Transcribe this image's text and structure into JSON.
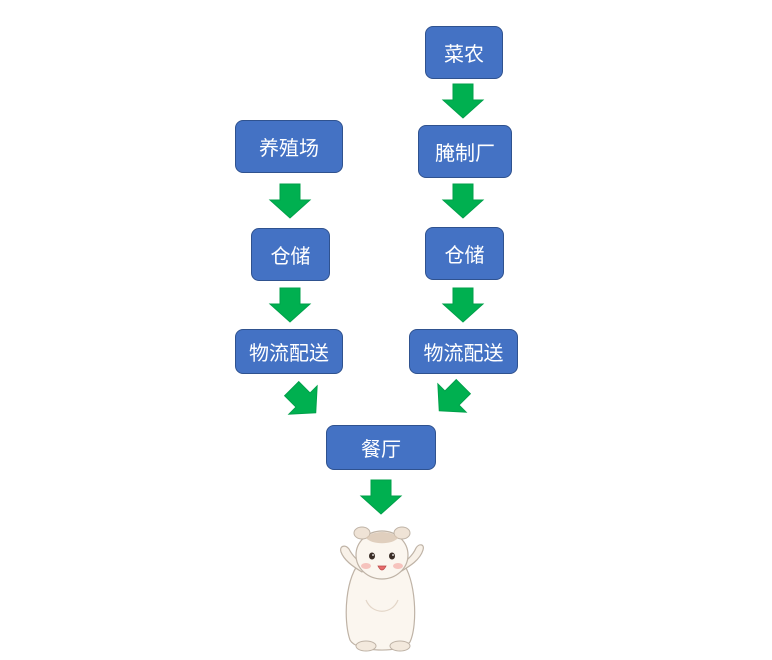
{
  "diagram": {
    "nodes": {
      "farmer": {
        "label": "菜农"
      },
      "pickling_factory": {
        "label": "腌制厂"
      },
      "breeding_farm": {
        "label": "养殖场"
      },
      "storage_left": {
        "label": "仓储"
      },
      "storage_right": {
        "label": "仓储"
      },
      "logistics_left": {
        "label": "物流配送"
      },
      "logistics_right": {
        "label": "物流配送"
      },
      "restaurant": {
        "label": "餐厅"
      }
    },
    "edges": [
      {
        "from": "farmer",
        "to": "pickling_factory"
      },
      {
        "from": "pickling_factory",
        "to": "storage_right"
      },
      {
        "from": "storage_right",
        "to": "logistics_right"
      },
      {
        "from": "breeding_farm",
        "to": "storage_left"
      },
      {
        "from": "storage_left",
        "to": "logistics_left"
      },
      {
        "from": "logistics_left",
        "to": "restaurant"
      },
      {
        "from": "logistics_right",
        "to": "restaurant"
      },
      {
        "from": "restaurant",
        "to": "hamster"
      }
    ],
    "arrow_color": "#00b050",
    "node_color": "#4472c4"
  },
  "illustration": {
    "icon": "hamster-illustration"
  }
}
